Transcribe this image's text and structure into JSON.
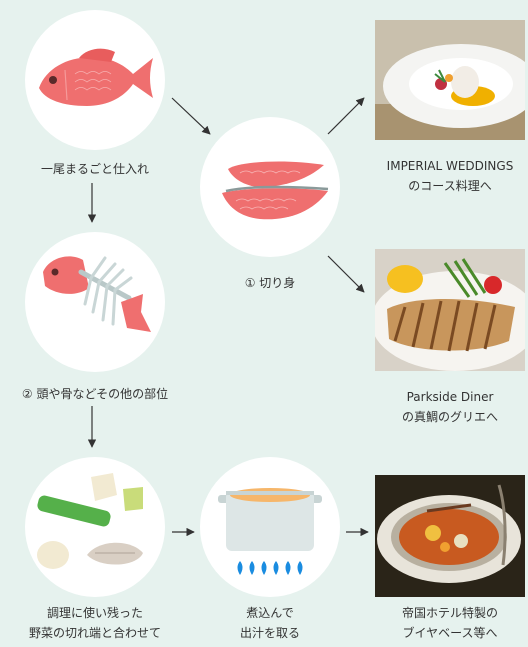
{
  "nodes": {
    "whole_fish": {
      "label": "一尾まるごと仕入れ"
    },
    "fillet": {
      "label": "① 切り身"
    },
    "head_bone": {
      "label": "② 頭や骨などその他の部位"
    },
    "vegetables": {
      "line1": "調理に使い残った",
      "line2": "野菜の切れ端と合わせて"
    },
    "stock": {
      "line1": "煮込んで",
      "line2": "出汁を取る"
    },
    "imperial": {
      "line1": "IMPERIAL WEDDINGS",
      "line2": "のコース料理へ"
    },
    "parkside": {
      "line1": "Parkside Diner",
      "line2": "の真鯛のグリエへ"
    },
    "bouillabaisse": {
      "line1": "帝国ホテル特製の",
      "line2": "ブイヤベース等へ"
    }
  },
  "colors": {
    "background": "#e6f2ee",
    "circle": "#ffffff",
    "fish": "#ef6f6f",
    "arrow": "#333333"
  }
}
